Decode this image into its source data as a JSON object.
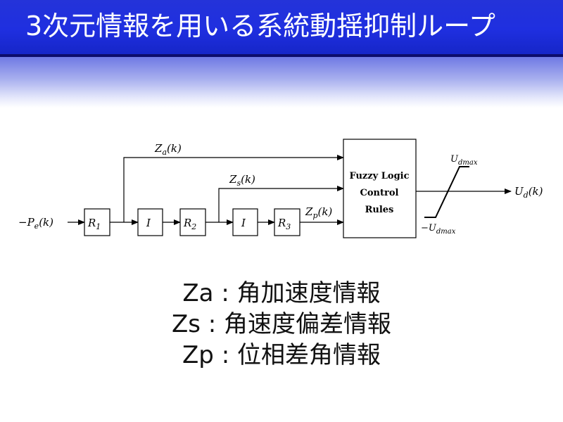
{
  "slide": {
    "title": "3次元情報を用いる系統動揺抑制ループ"
  },
  "diagram": {
    "input_label": "−P",
    "input_sub": "e",
    "input_arg": "(k)",
    "block_r1": "R",
    "block_r1_sub": "1",
    "block_i1": "I",
    "block_r2": "R",
    "block_r2_sub": "2",
    "block_i2": "I",
    "block_r3": "R",
    "block_r3_sub": "3",
    "za_label": "Z",
    "za_sub": "a",
    "za_arg": "(k)",
    "zs_label": "Z",
    "zs_sub": "s",
    "zs_arg": "(k)",
    "zp_label": "Z",
    "zp_sub": "p",
    "zp_arg": "(k)",
    "fuzzy_line1": "Fuzzy Logic",
    "fuzzy_line2": "Control",
    "fuzzy_line3": "Rules",
    "udmax_label": "U",
    "udmax_sub": "dmax",
    "neg_udmax_label": "−U",
    "neg_udmax_sub": "dmax",
    "output_label": "U",
    "output_sub": "d",
    "output_arg": "(k)"
  },
  "legend": [
    {
      "term": "Za",
      "sep": " : ",
      "desc": "角加速度情報"
    },
    {
      "term": "Zs",
      "sep": " : ",
      "desc": "角速度偏差情報"
    },
    {
      "term": "Zp",
      "sep": " : ",
      "desc": "位相差角情報"
    }
  ],
  "colors": {
    "title_bar": "#1f2fe0",
    "title_text": "#ffffff",
    "line": "#000000"
  }
}
